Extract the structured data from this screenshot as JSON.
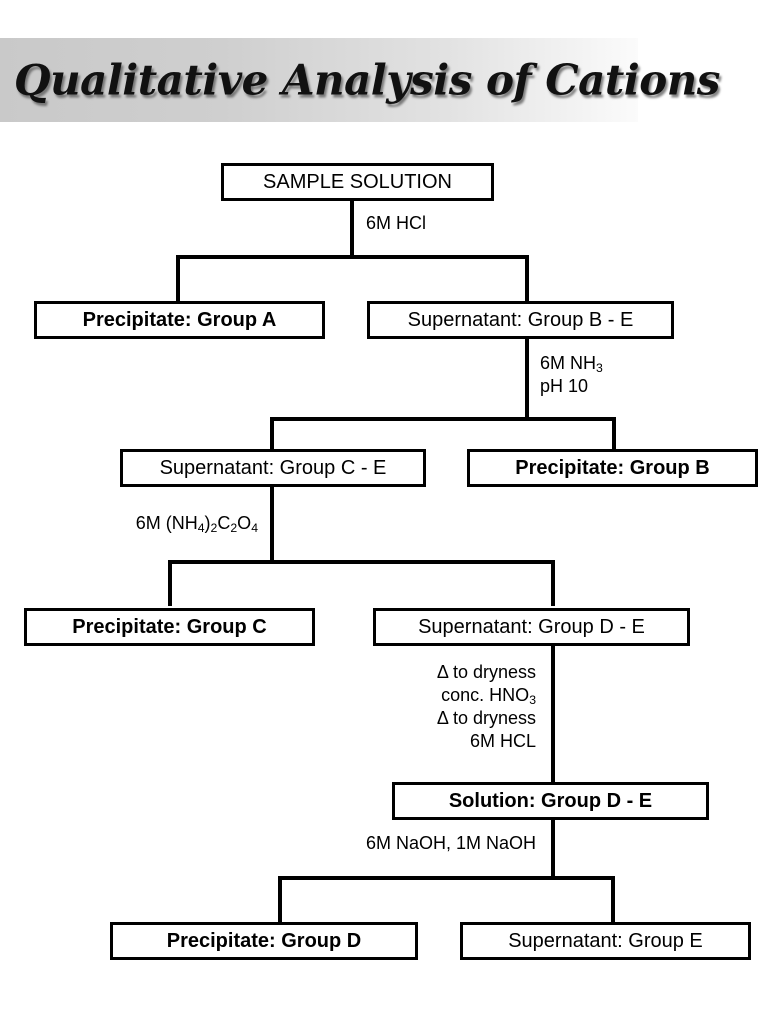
{
  "title": {
    "text": "Qualitative Analysis of Cations"
  },
  "diagram": {
    "type": "flowchart",
    "nodes": {
      "sample": "SAMPLE SOLUTION",
      "precip_a": "Precipitate: Group A",
      "super_be": "Supernatant: Group B - E",
      "super_ce": "Supernatant: Group C - E",
      "precip_b": "Precipitate: Group B",
      "precip_c": "Precipitate: Group C",
      "super_de": "Supernatant: Group D - E",
      "solution_de": "Solution: Group D - E",
      "precip_d": "Precipitate: Group D",
      "super_e": "Supernatant: Group E"
    },
    "reagents": {
      "hcl": "6M HCl",
      "nh3_line1_pre": "6M NH",
      "nh3_line1_sub": "3",
      "nh3_line2": "pH 10",
      "oxalate_pre": "6M (NH",
      "oxalate_sub1": "4",
      "oxalate_mid1": ")",
      "oxalate_sub2": "2",
      "oxalate_mid2": "C",
      "oxalate_sub3": "2",
      "oxalate_mid3": "O",
      "oxalate_sub4": "4",
      "dryness1": "Δ to dryness",
      "hno3_pre": "conc. HNO",
      "hno3_sub": "3",
      "dryness2": "Δ to dryness",
      "hcl2": "6M HCL",
      "naoh": "6M NaOH, 1M NaOH"
    }
  }
}
